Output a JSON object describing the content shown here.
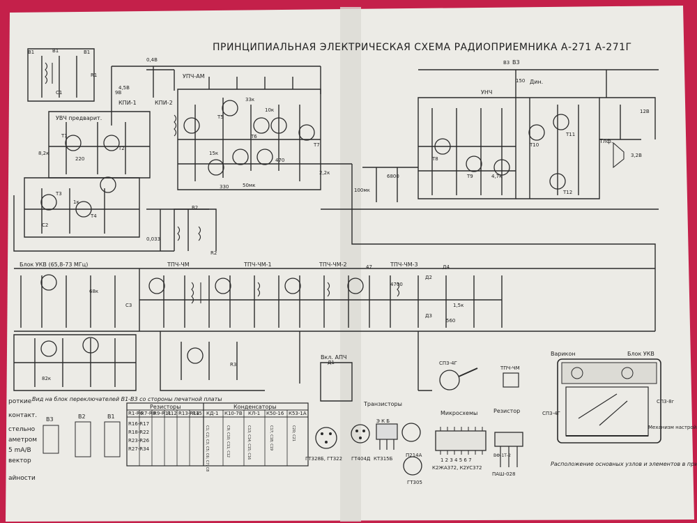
{
  "title": "ПРИНЦИПИАЛЬНАЯ ЭЛЕКТРИЧЕСКАЯ СХЕМА РАДИОПРИЕМНИКА  А-271  А-271Г",
  "colors": {
    "background": "#c4204a",
    "paper": "#ecebe6",
    "ink": "#2a2a2a"
  },
  "blocks": {
    "upch_am": "УПЧ-АМ",
    "unch": "УНЧ",
    "kpi_1": "КПИ-1",
    "kpi_2": "КПИ-2",
    "uvch": "УВЧ предварит.",
    "blok_ukv": "Блок УКВ (65,8-73 МГц)",
    "tpch_chm": "ТПЧ-ЧМ",
    "tpch_chm1": "ТПЧ-ЧМ-1",
    "tpch_chm2": "ТПЧ-ЧМ-2",
    "tpch_chm3": "ТПЧ-ЧМ-3",
    "ahch": "Вкл. АПЧ",
    "dyn": "Дин.",
    "phones": "Тлф.",
    "v3": "В3"
  },
  "notes": {
    "view_switch": "Вид на блок переключателей В1-В3 со стороны печатной платы",
    "layout": "Расположение основных узлов и элементов в приемнике (вид сверху)",
    "left_1": "роткие",
    "left_2": "контакт.",
    "left_3": "стельно",
    "left_4": "аметром",
    "left_5": "5 mA/В",
    "left_6": "вектор",
    "left_7": "айности"
  },
  "tables": {
    "resistors": {
      "title": "Резисторы",
      "cols": [
        "R1-R6",
        "R7-R8",
        "R9-R11",
        "R12",
        "R13-R14",
        "R15"
      ],
      "rows": [
        "R16-R17",
        "R18-R22",
        "R23-R26",
        "R27-R34"
      ]
    },
    "capacitors": {
      "title": "Конденсаторы",
      "cols": [
        "КД-1",
        "К10-7В",
        "КЛ-1",
        "К50-16",
        "К53-1А"
      ],
      "cells": [
        "С1; С2; С3; С5; С6; С7; С8",
        "С9; С10; С11; С12",
        "С13; С14; С15; С16",
        "С17; С18; С19",
        "С20; С21"
      ]
    }
  },
  "components": {
    "transistors_title": "Транзисторы",
    "microcircuits_title": "Микросхемы",
    "potentiometer_title": "Резистор",
    "t1": "ГТ328Б, ГТ322",
    "t2": "ГТ404Д",
    "t3": "КТ315Б",
    "t4": "П214А",
    "t5": "ГТ305",
    "pin_ebk": "Э К Б",
    "ic": "К2ЖА372, К2УС372",
    "ic_pins": "1 2 3 4 5 6 7",
    "res_part": "ВФ-1Т-2",
    "res_part2": "СП3-4Г",
    "tpch_chm_small": "ТПЧ-ЧМ",
    "res_bottom": "ПАШ-028"
  },
  "layout_labels": {
    "varicond": "Варикон",
    "blok_ukv": "Блок УКВ",
    "sp3": "СП3-4Г",
    "mech": "Механизм настройки",
    "sp3_2": "СП3-8г"
  },
  "parts": [
    "В1",
    "В2",
    "В3",
    "R1",
    "R2",
    "R3",
    "С1",
    "С2",
    "С3",
    "Т1",
    "Т2",
    "Т3",
    "Т4",
    "Т5",
    "Т6",
    "Т7",
    "Т8",
    "Т9",
    "Т10",
    "Т11",
    "Т12",
    "Д1",
    "Д2",
    "Д3",
    "Д4"
  ],
  "values": [
    "4,5В",
    "0,4В",
    "33к",
    "10к",
    "4,7к",
    "470",
    "1к",
    "8,2к",
    "220",
    "100мк",
    "50мк",
    "0,033",
    "2,2к",
    "15к",
    "68к",
    "330",
    "47",
    "150",
    "4700",
    "6800",
    "12В",
    "3,2В",
    "9В",
    "1,5к",
    "82к",
    "560"
  ]
}
